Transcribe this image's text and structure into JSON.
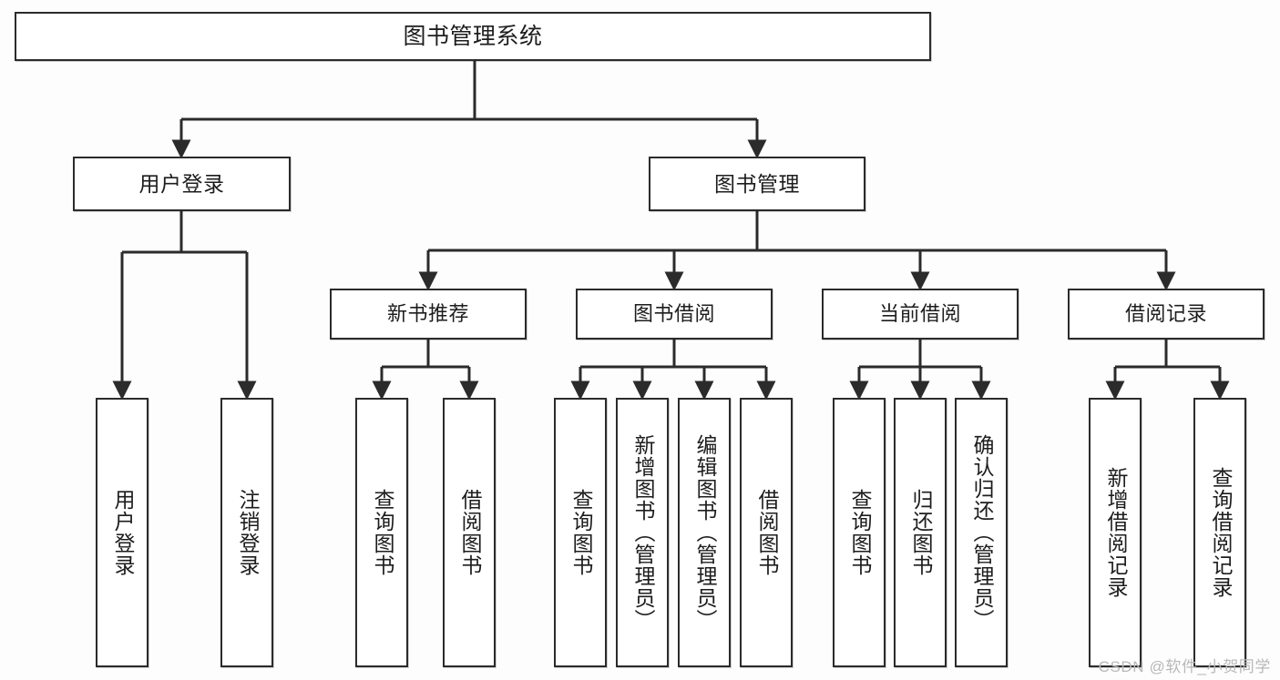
{
  "diagram": {
    "title": "图书管理系统",
    "type": "tree",
    "watermark": "CSDN @软件_小贺同学",
    "colors": {
      "background": "#fdfdfd",
      "box_border": "#2b2b2b",
      "box_fill": "#ffffff",
      "edge": "#2b2b2b",
      "text": "#1d1d1d",
      "watermark": "#b8b8b8"
    },
    "nodes": {
      "root": {
        "label": "图书管理系统"
      },
      "level1": [
        {
          "label": "用户登录"
        },
        {
          "label": "图书管理"
        }
      ],
      "level2": [
        {
          "label": "新书推荐"
        },
        {
          "label": "图书借阅"
        },
        {
          "label": "当前借阅"
        },
        {
          "label": "借阅记录"
        }
      ],
      "leaves": {
        "user_login": [
          {
            "label": "用户登录"
          },
          {
            "label": "注销登录"
          }
        ],
        "new_book_recommend": [
          {
            "label": "查询图书"
          },
          {
            "label": "借阅图书"
          }
        ],
        "book_borrow": [
          {
            "label": "查询图书"
          },
          {
            "label": "新增图书（管理员）"
          },
          {
            "label": "编辑图书（管理员）"
          },
          {
            "label": "借阅图书"
          }
        ],
        "current_borrow": [
          {
            "label": "查询图书"
          },
          {
            "label": "归还图书"
          },
          {
            "label": "确认归还（管理员）"
          }
        ],
        "borrow_record": [
          {
            "label": "新增借阅记录"
          },
          {
            "label": "查询借阅记录"
          }
        ]
      }
    }
  }
}
